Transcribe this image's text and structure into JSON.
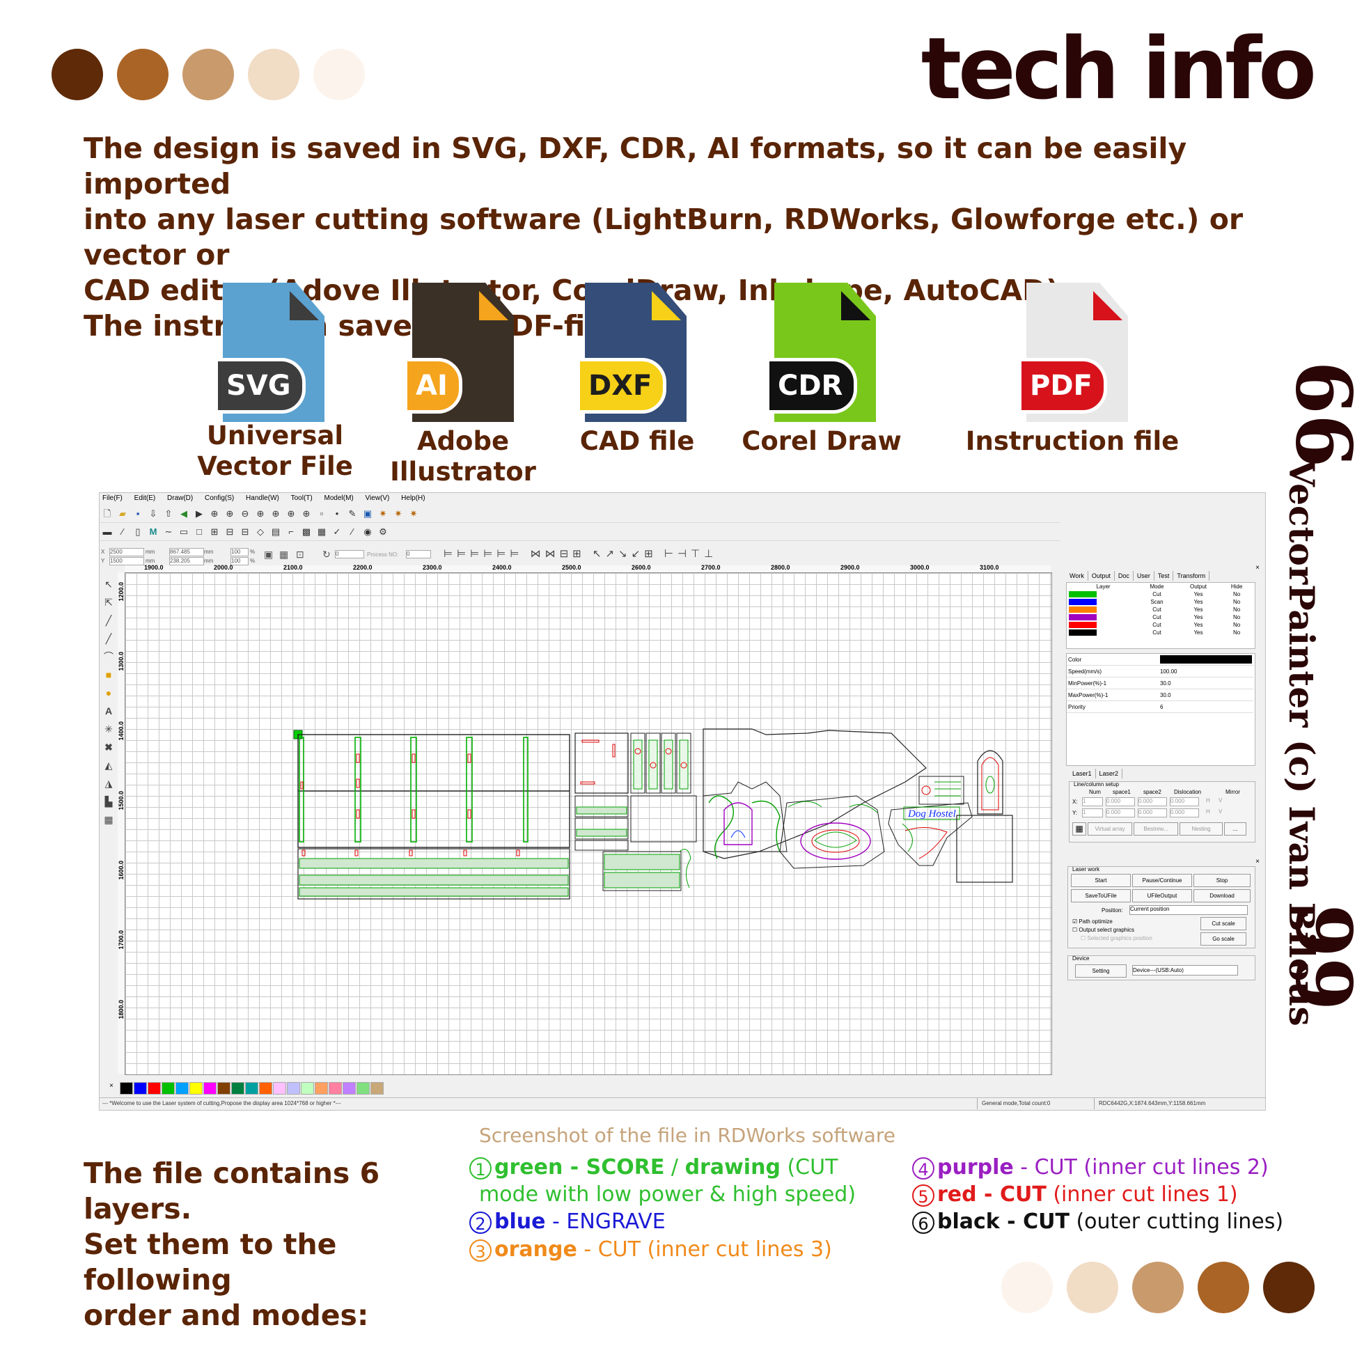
{
  "palette_top": [
    "#5e2a08",
    "#aa6426",
    "#c99a6c",
    "#f1dcc6",
    "#fcf4ec"
  ],
  "palette_bottom": [
    "#fcf4ec",
    "#f1dcc6",
    "#c99a6c",
    "#aa6426",
    "#5e2a08"
  ],
  "title": "tech info",
  "intro": {
    "line1": "The design is saved in SVG, DXF, CDR, AI formats, so it can be easily imported",
    "line2": "into any laser cutting software (LightBurn, RDWorks, Glowforge etc.) or vector or",
    "line3": "CAD editor (Adove Illutrator, CorelDraw, Inkskape, AutoCAD).",
    "line4": "The instruction saved as PDF-file."
  },
  "files": [
    {
      "badge": "SVG",
      "label1": "Universal",
      "label2": "Vector File",
      "body": "#5ba2d1",
      "fold": "#3d3d3d",
      "pill_bg": "#3d3d3d",
      "pill_fg": "#ffffff"
    },
    {
      "badge": "AI",
      "label1": "Adobe",
      "label2": "Illustrator",
      "body": "#3b3026",
      "fold": "#f5a41d",
      "pill_bg": "#f5a41d",
      "pill_fg": "#ffffff"
    },
    {
      "badge": "DXF",
      "label1": "CAD file",
      "label2": "",
      "body": "#344d79",
      "fold": "#f6d117",
      "pill_bg": "#f6d117",
      "pill_fg": "#1e1e1e"
    },
    {
      "badge": "CDR",
      "label1": "Corel Draw",
      "label2": "",
      "body": "#7ac71c",
      "fold": "#111111",
      "pill_bg": "#111111",
      "pill_fg": "#ffffff"
    },
    {
      "badge": "PDF",
      "label1": "Instruction file",
      "label2": "",
      "body": "#e8e8e8",
      "fold": "#d7121b",
      "pill_bg": "#d7121b",
      "pill_fg": "#ffffff"
    }
  ],
  "quote": {
    "open": "66",
    "text": "VectorPainter (c) Ivan Bilous",
    "close": "99"
  },
  "software": {
    "menu": [
      "File(F)",
      "Edit(E)",
      "Draw(D)",
      "Config(S)",
      "Handle(W)",
      "Tool(T)",
      "Model(M)",
      "View(V)",
      "Help(H)"
    ],
    "coords": {
      "x_label": "X",
      "x_val": "2500",
      "y_label": "Y",
      "y_val": "1500",
      "unit": "mm",
      "w_val": "867.485",
      "h_val": "238.205",
      "pct1": "100",
      "pct2": "100",
      "pct_sign": "%",
      "rotate_val": "0",
      "process_label": "Process NO:",
      "process_val": "0"
    },
    "ruler_marks": [
      "1900.0",
      "2000.0",
      "2100.0",
      "2200.0",
      "2300.0",
      "2400.0",
      "2500.0",
      "2600.0",
      "2700.0",
      "2800.0",
      "2900.0",
      "3000.0",
      "3100.0"
    ],
    "vruler_marks": [
      "1200.0",
      "1300.0",
      "1400.0",
      "1500.0",
      "1600.0",
      "1700.0",
      "1800.0"
    ],
    "drawing_text": "Dog Hostel",
    "palette_close": "×",
    "colors": [
      "#000000",
      "#0000ff",
      "#ff0000",
      "#00c000",
      "#00a0ff",
      "#ffff00",
      "#ff00ff",
      "#804000",
      "#008040",
      "#00a0a0",
      "#ff6000",
      "#ffc0ff",
      "#c0c0ff",
      "#c0ffc0",
      "#ffa060",
      "#ff80a0",
      "#c080ff",
      "#80e080",
      "#c8a878"
    ],
    "status_left": "--- *Welcome to use the Laser system of cutting,Propose the display area 1024*768 or higher *---",
    "status_mid": "General mode,Total count:0",
    "status_right": "RDC6442G,X:1874.643mm,Y:1158.661mm",
    "panel_tabs": [
      "Work",
      "Output",
      "Doc",
      "User",
      "Test",
      "Transform"
    ],
    "layer_headers": [
      "Layer",
      "Mode",
      "Output",
      "Hide"
    ],
    "layers": [
      {
        "color": "#00c000",
        "mode": "Cut",
        "output": "Yes",
        "hide": "No"
      },
      {
        "color": "#0000ff",
        "mode": "Scan",
        "output": "Yes",
        "hide": "No"
      },
      {
        "color": "#ff8000",
        "mode": "Cut",
        "output": "Yes",
        "hide": "No"
      },
      {
        "color": "#a000c0",
        "mode": "Cut",
        "output": "Yes",
        "hide": "No"
      },
      {
        "color": "#ff0000",
        "mode": "Cut",
        "output": "Yes",
        "hide": "No"
      },
      {
        "color": "#000000",
        "mode": "Cut",
        "output": "Yes",
        "hide": "No"
      }
    ],
    "props": [
      {
        "k": "Color",
        "v": ""
      },
      {
        "k": "Speed(mm/s)",
        "v": "100.00"
      },
      {
        "k": "MinPower(%)-1",
        "v": "30.0"
      },
      {
        "k": "MaxPower(%)-1",
        "v": "30.0"
      },
      {
        "k": "Priority",
        "v": "6"
      }
    ],
    "laser_tabs": [
      "Laser1",
      "Laser2"
    ],
    "array": {
      "title": "Line/column setup",
      "headers": [
        "Num",
        "space1",
        "space2",
        "Dislocation",
        "Mirror"
      ],
      "x_label": "X:",
      "y_label": "Y:",
      "num": "1",
      "val": "0.000",
      "h": "H",
      "v": "V",
      "buttons": [
        "Virtual array",
        "Bestrew...",
        "Nesting",
        "..."
      ]
    },
    "laserwork": {
      "title": "Laser work",
      "buttons": [
        "Start",
        "Pause/Continue",
        "Stop",
        "SaveToUFile",
        "UFileOutput",
        "Download"
      ],
      "position_label": "Position:",
      "position_value": "Current position",
      "path_optimize": "Path optimize",
      "output_select": "Output select graphics",
      "selected_pos": "Selected graphics position",
      "cut_scale": "Cut scale",
      "go_scale": "Go scale",
      "device_title": "Device",
      "setting": "Setting",
      "device_value": "Device---(USB:Auto)"
    },
    "close_mark": "×"
  },
  "caption": "Screenshot of the file in RDWorks software",
  "layers_intro": {
    "line1": "The file contains 6 layers.",
    "line2": "Set them to the following",
    "line3": "order and modes:"
  },
  "legend": {
    "green": {
      "num": "1",
      "a": "green - SCORE",
      "sep": " / ",
      "b": "drawing",
      "c": " (CUT",
      "d": "mode with low power & high speed)",
      "color": "#2fbf2f"
    },
    "blue": {
      "num": "2",
      "a": "blue",
      "b": " - ENGRAVE",
      "color": "#1a1ad6"
    },
    "orange": {
      "num": "3",
      "a": "orange",
      "b": " - CUT (inner cut lines 3)",
      "color": "#f08a1a"
    },
    "purple": {
      "num": "4",
      "a": "purple",
      "b": " - CUT (inner cut lines 2)",
      "color": "#9a1fc2"
    },
    "red": {
      "num": "5",
      "a": "red - CUT",
      "b": " (inner cut lines 1)",
      "color": "#e11b1b"
    },
    "black": {
      "num": "6",
      "a": "black - CUT",
      "b": " (outer cutting lines)",
      "color": "#111111"
    }
  }
}
